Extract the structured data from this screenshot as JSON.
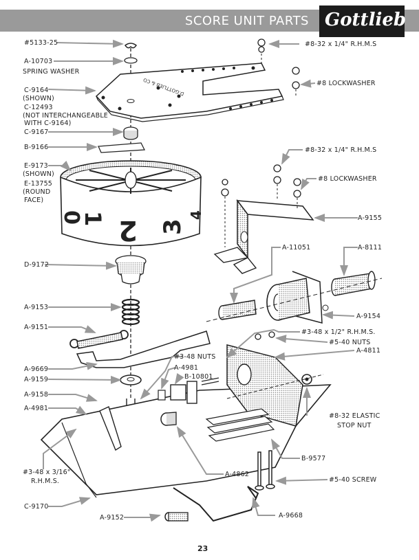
{
  "header": {
    "title": "SCORE UNIT PARTS",
    "brand": "Gottlieb",
    "bar_color": "#9a9a9a",
    "logo_bg": "#1c1c1c"
  },
  "labels": {
    "l5133": "#5133-25",
    "a10703": "A-10703",
    "spring_washer": "SPRING WASHER",
    "c9164": "C-9164",
    "c9164_note": "(SHOWN)",
    "c12493": "C-12493",
    "c12493_note1": "(NOT INTERCHANGEABLE",
    "c12493_note2": "WITH C-9164)",
    "c9167": "C-9167",
    "b9166": "B-9166",
    "e9173": "E-9173",
    "e9173_note": "(SHOWN)",
    "e13755": "E-13755",
    "e13755_note1": "(ROUND",
    "e13755_note2": "FACE)",
    "d9172": "D-9172",
    "a9153": "A-9153",
    "a9151": "A-9151",
    "a9669": "A-9669",
    "a9159": "A-9159",
    "a9158": "A-9158",
    "a4981_left": "A-4981",
    "rhms_316": "#3-48 x 3/16\"",
    "rhms_316_b": "R.H.M.S.",
    "c9170": "C-9170",
    "a9152": "A-9152",
    "rhms_top": "#8-32 x 1/4\"  R.H.M.S",
    "lock_top": "#8  LOCKWASHER",
    "rhms_mid": "#8-32 x 1/4\"  R.H.M.S",
    "lock_mid": "#8  LOCKWASHER",
    "a9155": "A-9155",
    "a11051": "A-11051",
    "a8111": "A-8111",
    "a9154": "A-9154",
    "rhms_12": "#3-48  x  1/2\"  R.H.M.S.",
    "nuts540": "#5-40 NUTS",
    "a4811": "A-4811",
    "nuts348": "#3-48 NUTS",
    "a4981_mid": "A-4981",
    "b10801": "B-10801",
    "stopnut1": "#8-32 ELASTIC",
    "stopnut2": "STOP NUT",
    "a4862": "A-4862",
    "b9577": "B-9577",
    "screw540": "#5-40 SCREW",
    "a9668": "A-9668"
  },
  "score_wheel_digits": [
    "0",
    "1",
    "2",
    "3",
    "4"
  ],
  "page_number": "23",
  "leader_color": "#999999"
}
